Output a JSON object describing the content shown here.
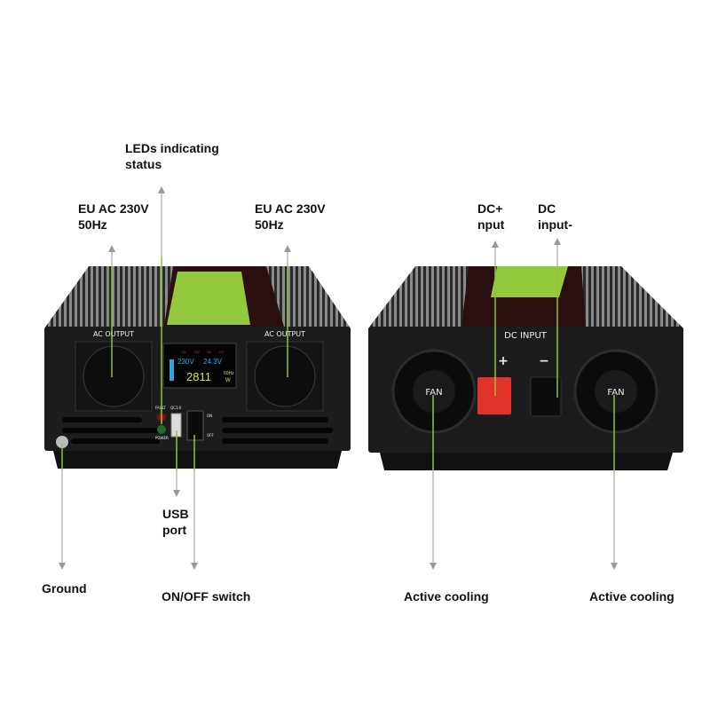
{
  "callouts": {
    "leds": [
      "LEDs indicating",
      "status"
    ],
    "eu_left": [
      "EU AC 230V",
      "50Hz"
    ],
    "eu_right": [
      "EU AC 230V",
      "50Hz"
    ],
    "usb": [
      "USB",
      "port"
    ],
    "ground": "Ground",
    "onoff": "ON/OFF switch",
    "dc_plus": [
      "DC+",
      "nput"
    ],
    "dc_minus": [
      "DC",
      "input-"
    ],
    "cooling_left": "Active cooling",
    "cooling_right": "Active cooling"
  },
  "front_panel": {
    "ac_output_left": "AC OUTPUT",
    "ac_output_right": "AC OUTPUT",
    "fault": "FAULT",
    "qc": "QC3.0",
    "power": "POWER",
    "on": "ON",
    "off": "OFF",
    "display": {
      "ac_voltage": "230V",
      "dc_voltage": "24.3V",
      "power": "2811",
      "power_unit": "W",
      "frequency": "50Hz",
      "indicators": [
        "LV",
        "OV",
        "OL",
        "OT"
      ]
    }
  },
  "rear_panel": {
    "dc_input": "DC INPUT",
    "plus": "+",
    "minus": "−",
    "fan_left": "FAN",
    "fan_right": "FAN"
  },
  "colors": {
    "callout_green": "#8cc63f",
    "callout_gray": "#9a9a9a",
    "body": "#1c1c1c",
    "label_green": "#95c93d",
    "dc_plus_red": "#e2332b"
  }
}
